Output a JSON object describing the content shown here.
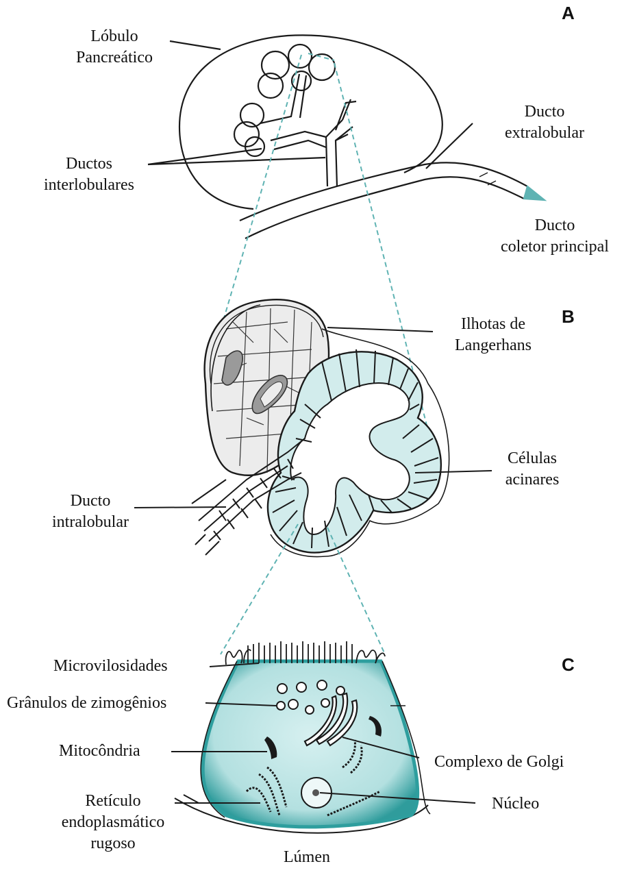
{
  "panels": {
    "a": "A",
    "b": "B",
    "c": "C"
  },
  "labels": {
    "lobulo_1": "Lóbulo",
    "lobulo_2": "Pancreático",
    "ducto_extra_1": "Ducto",
    "ducto_extra_2": "extralobular",
    "ductos_inter_1": "Ductos",
    "ductos_inter_2": "interlobulares",
    "ducto_coletor_1": "Ducto",
    "ducto_coletor_2": "coletor principal",
    "ilhotas_1": "Ilhotas de",
    "ilhotas_2": "Langerhans",
    "celulas_1": "Células",
    "celulas_2": "acinares",
    "ducto_intra_1": "Ducto",
    "ducto_intra_2": "intralobular",
    "microvilosidades": "Microvilosidades",
    "granulos": "Grânulos de zimogênios",
    "mitocondria": "Mitocôndria",
    "golgi": "Complexo de Golgi",
    "reticulo_1": "Retículo",
    "reticulo_2": "endoplasmático",
    "reticulo_3": "rugoso",
    "nucleo": "Núcleo",
    "lumen": "Lúmen"
  },
  "colors": {
    "stroke": "#1a1a1a",
    "zoom_lines": "#5fb3b3",
    "acinar_fill": "#d2ecec",
    "cell_fill": "#b7e3e3",
    "cell_rim": "#2e9e9e",
    "islet_fill": "#ececec",
    "vessel_fill": "#9a9a9a"
  }
}
